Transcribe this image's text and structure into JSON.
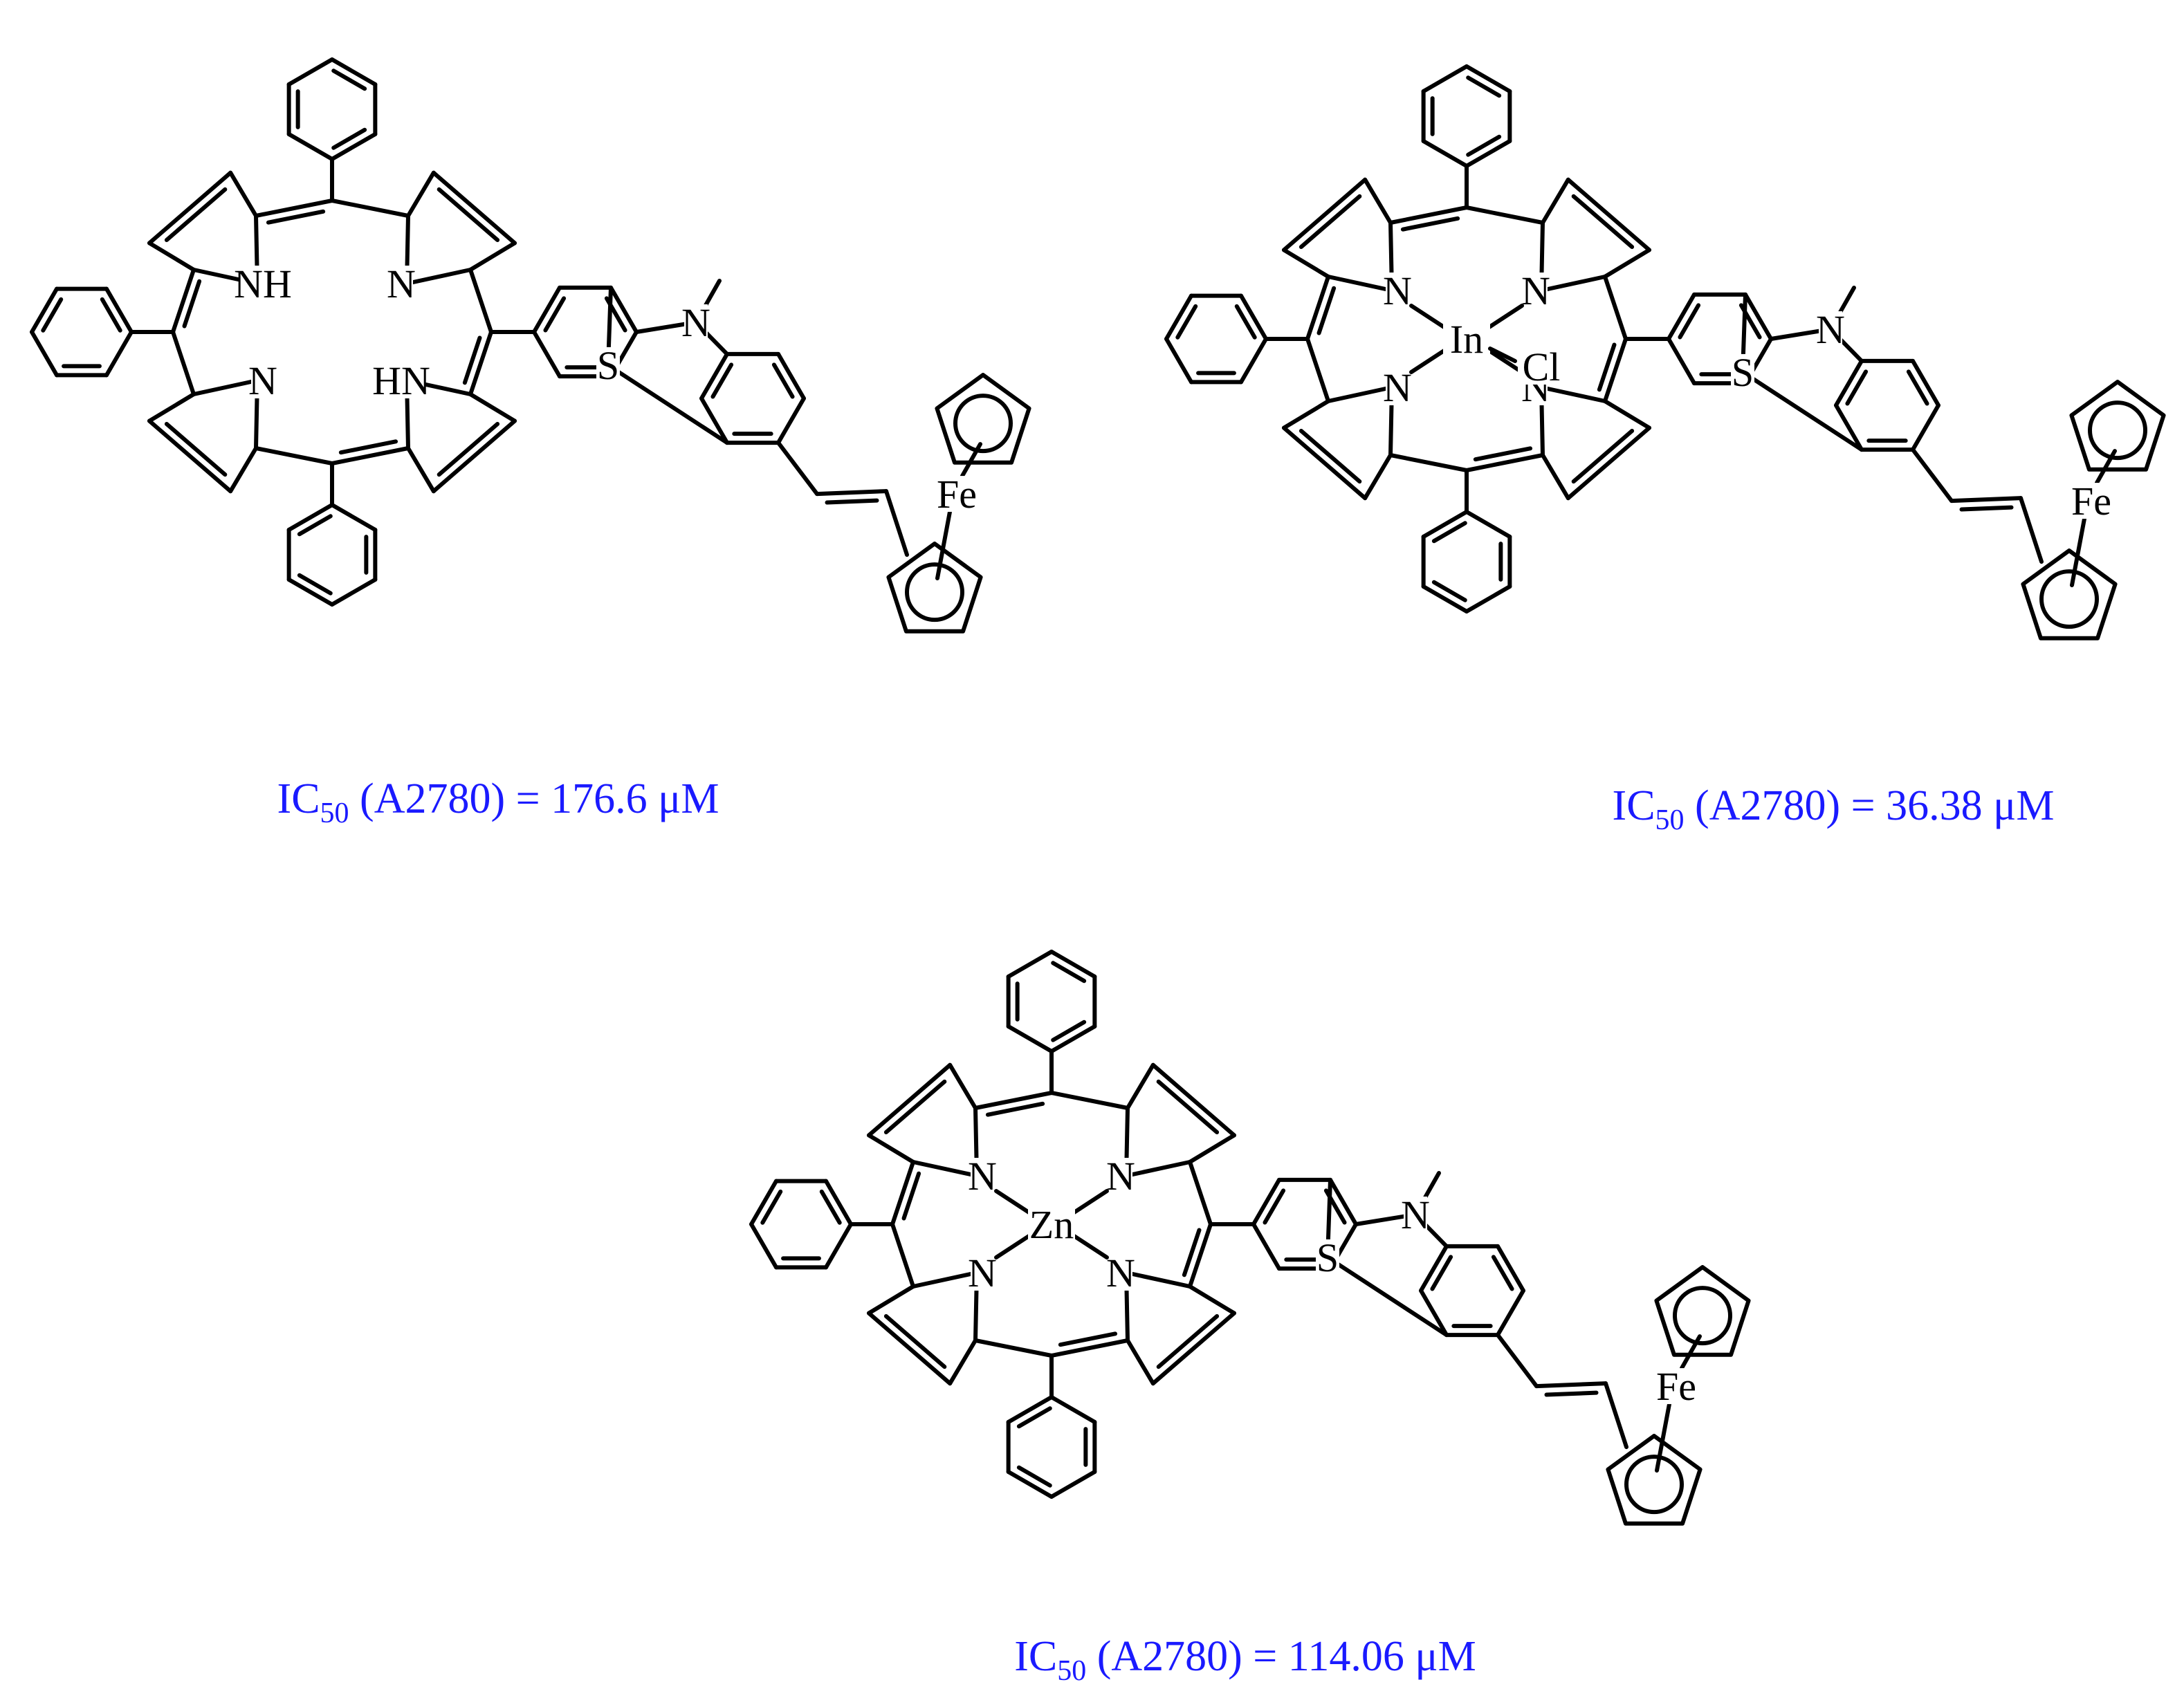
{
  "colors": {
    "structure": "#000000",
    "caption": "#1a1aff",
    "background": "#ffffff"
  },
  "compounds": [
    {
      "metal": "",
      "center_labels": [
        "NH",
        "N",
        "N",
        "HN"
      ],
      "phenothiazine_n": "N",
      "phenothiazine_s": "S",
      "ferrocene_fe": "Fe",
      "caption": {
        "prefix": "IC",
        "subscript": "50",
        "rest": " (A2780) = 176.6 μM"
      }
    },
    {
      "metal": "In",
      "axial_ligand": "Cl",
      "center_labels": [
        "N",
        "N",
        "N",
        "N"
      ],
      "phenothiazine_n": "N",
      "phenothiazine_s": "S",
      "ferrocene_fe": "Fe",
      "caption": {
        "prefix": "IC",
        "subscript": "50",
        "rest": " (A2780) = 36.38 μM"
      }
    },
    {
      "metal": "Zn",
      "center_labels": [
        "N",
        "N",
        "N",
        "N"
      ],
      "phenothiazine_n": "N",
      "phenothiazine_s": "S",
      "ferrocene_fe": "Fe",
      "caption": {
        "prefix": "IC",
        "subscript": "50",
        "rest": " (A2780) = 114.06 μM"
      }
    }
  ]
}
